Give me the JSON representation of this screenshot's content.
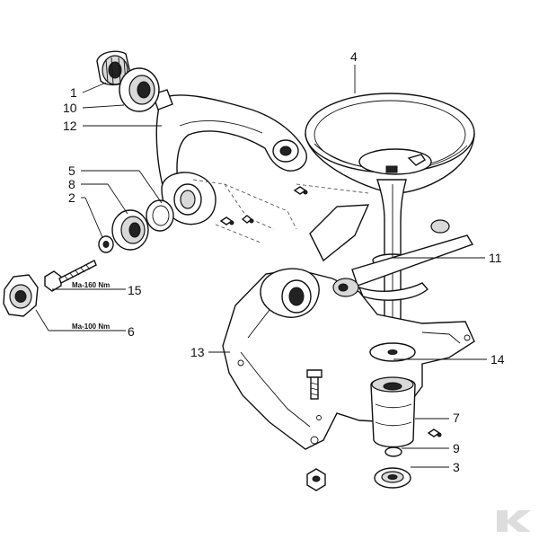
{
  "diagram": {
    "callouts": [
      {
        "id": "1",
        "text": "1"
      },
      {
        "id": "10",
        "text": "10"
      },
      {
        "id": "12",
        "text": "12"
      },
      {
        "id": "5",
        "text": "5"
      },
      {
        "id": "8",
        "text": "8"
      },
      {
        "id": "2",
        "text": "2"
      },
      {
        "id": "15",
        "text": "15"
      },
      {
        "id": "6",
        "text": "6"
      },
      {
        "id": "13",
        "text": "13"
      },
      {
        "id": "4",
        "text": "4"
      },
      {
        "id": "11",
        "text": "11"
      },
      {
        "id": "14",
        "text": "14"
      },
      {
        "id": "7",
        "text": "7"
      },
      {
        "id": "9",
        "text": "9"
      },
      {
        "id": "3",
        "text": "3"
      }
    ],
    "torque_labels": {
      "part_15": "Ma-160 Nm",
      "part_6": "Ma-100 Nm"
    }
  },
  "colors": {
    "line": "#111111",
    "shade": "#d9d9d9",
    "watermark": "#dddddd"
  }
}
